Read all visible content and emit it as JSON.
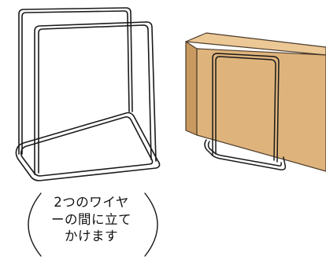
{
  "colors": {
    "wire": "#1a1a1a",
    "board_face": "#dfb47c",
    "board_side": "#c99a5f",
    "board_top": "#ecc896",
    "board_outline": "#4a3a2a",
    "background": "#ffffff"
  },
  "caption": {
    "lines": [
      "2つのワイヤ",
      "ーの間に立て",
      "かけます"
    ]
  }
}
